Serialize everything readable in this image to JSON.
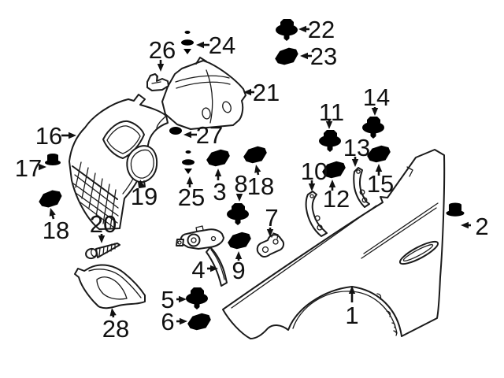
{
  "diagram": {
    "type": "exploded-parts-diagram",
    "subject": "front-fender-and-wheel-arch-liner",
    "background_color": "#ffffff",
    "line_color": "#1a1a1a",
    "label_color": "#111111",
    "label_font_size": 31,
    "callouts": [
      {
        "number": "1",
        "part": "front-fender",
        "text": [
          447,
          400
        ],
        "arrow": [
          [
            447,
            384
          ],
          [
            447,
            363
          ]
        ]
      },
      {
        "number": "2",
        "part": "fender-bolt",
        "text": [
          612,
          287
        ],
        "arrow": [
          [
            598,
            286
          ],
          [
            585,
            286
          ]
        ]
      },
      {
        "number": "3",
        "part": "cage-clip-3",
        "text": [
          279,
          243
        ],
        "arrow": [
          [
            277,
            229
          ],
          [
            277,
            214
          ]
        ]
      },
      {
        "number": "4",
        "part": "support-bracket-4",
        "text": [
          252,
          342
        ],
        "arrow": [
          [
            263,
            341
          ],
          [
            277,
            341
          ]
        ]
      },
      {
        "number": "5",
        "part": "washer-bolt-5",
        "text": [
          213,
          380
        ],
        "arrow": [
          [
            224,
            380
          ],
          [
            237,
            380
          ]
        ]
      },
      {
        "number": "6",
        "part": "cage-clip-6",
        "text": [
          213,
          408
        ],
        "arrow": [
          [
            224,
            408
          ],
          [
            238,
            408
          ]
        ]
      },
      {
        "number": "7",
        "part": "mount-bracket-7",
        "text": [
          345,
          276
        ],
        "arrow": [
          [
            343,
            289
          ],
          [
            343,
            301
          ]
        ]
      },
      {
        "number": "8",
        "part": "washer-bolt-8",
        "text": [
          306,
          233
        ],
        "arrow": [
          [
            304,
            246
          ],
          [
            304,
            256
          ]
        ]
      },
      {
        "number": "9",
        "part": "cage-clip-9",
        "text": [
          303,
          343
        ],
        "arrow": [
          [
            303,
            331
          ],
          [
            303,
            319
          ]
        ]
      },
      {
        "number": "10",
        "part": "corner-bracket-10",
        "text": [
          399,
          217
        ],
        "arrow": [
          [
            396,
            229
          ],
          [
            396,
            243
          ]
        ]
      },
      {
        "number": "11",
        "part": "washer-bolt-11",
        "text": [
          421,
          142
        ],
        "arrow": [
          [
            418,
            153
          ],
          [
            418,
            164
          ]
        ]
      },
      {
        "number": "12",
        "part": "cage-clip-12",
        "text": [
          427,
          252
        ],
        "arrow": [
          [
            422,
            242
          ],
          [
            422,
            228
          ]
        ]
      },
      {
        "number": "13",
        "part": "curved-bracket-13",
        "text": [
          453,
          187
        ],
        "arrow": [
          [
            451,
            199
          ],
          [
            451,
            212
          ]
        ]
      },
      {
        "number": "14",
        "part": "washer-bolt-14",
        "text": [
          478,
          123
        ],
        "arrow": [
          [
            476,
            136
          ],
          [
            476,
            147
          ]
        ]
      },
      {
        "number": "15",
        "part": "cage-clip-15",
        "text": [
          483,
          233
        ],
        "arrow": [
          [
            481,
            223
          ],
          [
            481,
            208
          ]
        ]
      },
      {
        "number": "16",
        "part": "fender-liner-front",
        "text": [
          62,
          172
        ],
        "arrow": [
          [
            78,
            172
          ],
          [
            97,
            172
          ]
        ]
      },
      {
        "number": "17",
        "part": "flange-bolt-17",
        "text": [
          36,
          213
        ],
        "arrow": [
          [
            50,
            212
          ],
          [
            59,
            212
          ]
        ]
      },
      {
        "number": "18",
        "part": "cage-clip-18-left",
        "text": [
          71,
          292
        ],
        "arrow": [
          [
            68,
            278
          ],
          [
            64,
            264
          ]
        ]
      },
      {
        "number": "18",
        "part": "cage-clip-18-center",
        "text": [
          331,
          236
        ],
        "arrow": [
          [
            328,
            222
          ],
          [
            325,
            209
          ]
        ]
      },
      {
        "number": "19",
        "part": "access-cover-19",
        "text": [
          183,
          249
        ],
        "arrow": [
          [
            180,
            238
          ],
          [
            178,
            228
          ]
        ]
      },
      {
        "number": "20",
        "part": "tapping-screw-20",
        "text": [
          131,
          284
        ],
        "arrow": [
          [
            129,
            297
          ],
          [
            129,
            309
          ]
        ]
      },
      {
        "number": "21",
        "part": "fender-liner-rear",
        "text": [
          338,
          117
        ],
        "arrow": [
          [
            323,
            117
          ],
          [
            309,
            117
          ]
        ]
      },
      {
        "number": "22",
        "part": "washer-screw-22",
        "text": [
          408,
          37
        ],
        "arrow": [
          [
            393,
            37
          ],
          [
            379,
            37
          ]
        ]
      },
      {
        "number": "23",
        "part": "cage-clip-23",
        "text": [
          411,
          71
        ],
        "arrow": [
          [
            396,
            71
          ],
          [
            381,
            71
          ]
        ]
      },
      {
        "number": "24",
        "part": "expansion-rivet-24",
        "text": [
          282,
          57
        ],
        "arrow": [
          [
            266,
            57
          ],
          [
            249,
            57
          ]
        ]
      },
      {
        "number": "25",
        "part": "expansion-rivet-25",
        "text": [
          243,
          250
        ],
        "arrow": [
          [
            241,
            238
          ],
          [
            241,
            224
          ]
        ]
      },
      {
        "number": "26",
        "part": "retainer-clip-26",
        "text": [
          206,
          63
        ],
        "arrow": [
          [
            204,
            76
          ],
          [
            204,
            91
          ]
        ]
      },
      {
        "number": "27",
        "part": "pan-screw-27",
        "text": [
          266,
          171
        ],
        "arrow": [
          [
            250,
            171
          ],
          [
            233,
            171
          ]
        ]
      },
      {
        "number": "28",
        "part": "lower-trim-28",
        "text": [
          147,
          417
        ],
        "arrow": [
          [
            144,
            403
          ],
          [
            142,
            391
          ]
        ]
      }
    ]
  }
}
